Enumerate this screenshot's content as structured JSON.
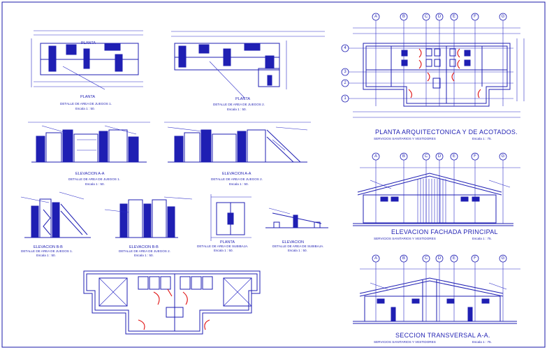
{
  "sheet": {
    "accent_color": "#1f1fb3",
    "highlight_color": "#e01010",
    "background": "#ffffff"
  },
  "axes": {
    "letters": [
      "A",
      "B",
      "C",
      "D",
      "E",
      "F",
      "G"
    ],
    "numbers": [
      "4",
      "3",
      "2",
      "1"
    ]
  },
  "details": {
    "planta1": {
      "title": "PLANTA",
      "sub": "DETALLE DE AREA DE JUEGOS 1.",
      "scale": "Escala 1 : 50."
    },
    "planta2": {
      "title": "PLANTA",
      "sub": "DETALLE DE AREA DE JUEGOS 2.",
      "scale": "Escala 1 : 50."
    },
    "elevA1": {
      "title": "ELEVACION A-A",
      "sub": "DETALLE DE AREA DE JUEGOS 1.",
      "scale": "Escala 1 : 50."
    },
    "elevA2": {
      "title": "ELEVACION A-A",
      "sub": "DETALLE DE AREA DE JUEGOS 2.",
      "scale": "Escala 1 : 50."
    },
    "elevB1": {
      "title": "ELEVACION B-B",
      "sub": "DETALLE DE AREA DE JUEGOS 1.",
      "scale": "Escala 1 : 50."
    },
    "elevB2": {
      "title": "ELEVACION B-B",
      "sub": "DETALLE DE AREA DE JUEGOS 2.",
      "scale": "Escala 1 : 50."
    },
    "plantaSub": {
      "title": "PLANTA",
      "sub": "DETALLE DE AREA DE SUBIBAJA.",
      "scale": "Escala 1 : 50."
    },
    "elevSub": {
      "title": "ELEVACION",
      "sub": "DETALLE DE AREA DE SUBIBAJA.",
      "scale": "Escala 1 : 50."
    }
  },
  "main": {
    "plan": {
      "title": "PLANTA ARQUITECTONICA Y DE ACOTADOS.",
      "sub": "SERVICIOS SANITARIOS Y VESTIDORES",
      "scale": "Escala 1 : 75."
    },
    "facade": {
      "title": "ELEVACION FACHADA PRINCIPAL",
      "sub": "SERVICIOS SANITARIOS Y VESTIDORES",
      "scale": "Escala 1 : 75."
    },
    "section": {
      "title": "SECCION TRANSVERSAL A-A.",
      "sub": "SERVICIOS SANITARIOS Y VESTIDORES",
      "scale": "Escala 1 : 75."
    }
  }
}
